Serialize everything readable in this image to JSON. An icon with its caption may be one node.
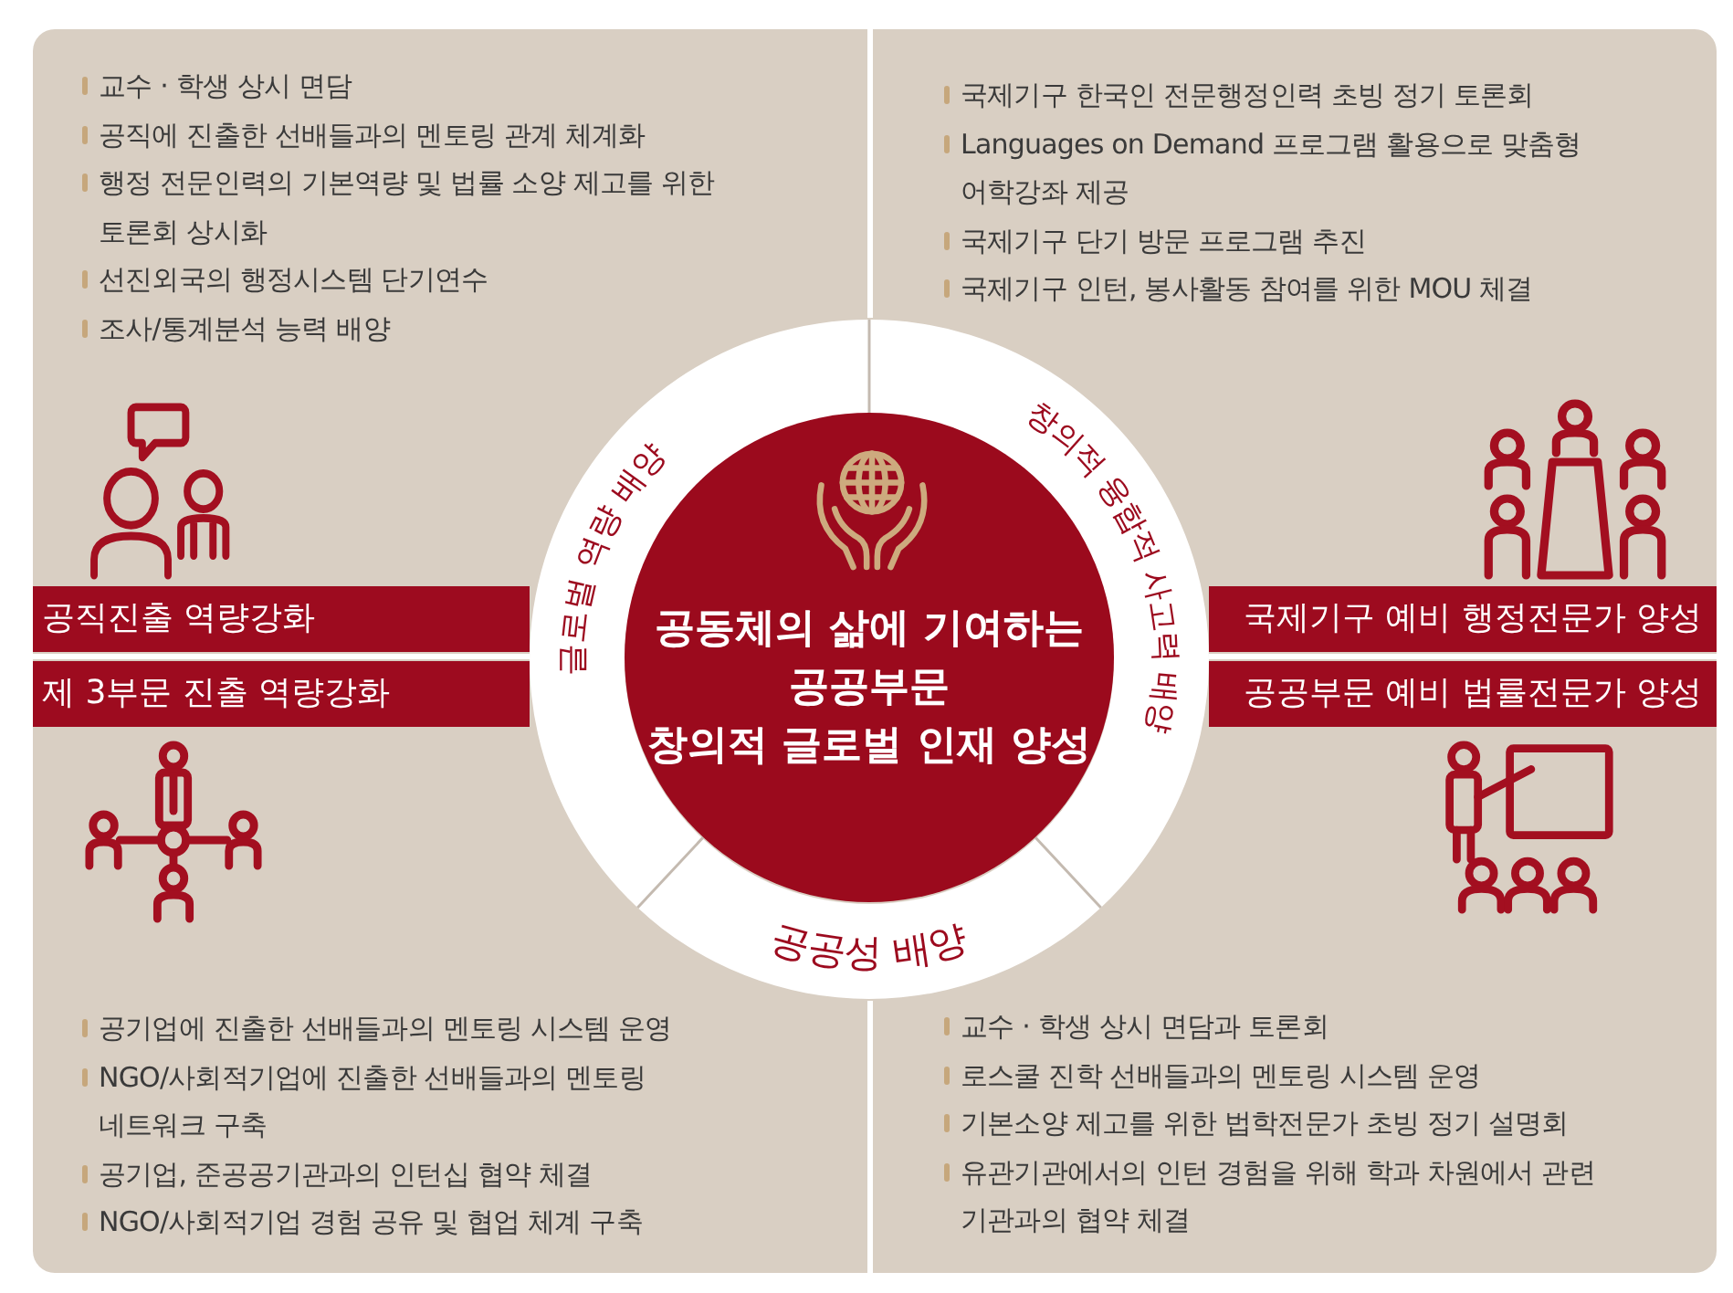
{
  "diagram": {
    "nodes": [
      {
        "text": [
          "교수 · 학생 상시 면담",
          "공직에 진출한 선배들과의 멘토링 관계 체계화",
          "행정 전문인력의 기본역량 및 법률 소양 제고를 위한 토론회 상시화",
          "선진외국의 행정시스템 단기연수",
          "조사/통계분석 능력 배양"
        ]
      },
      {
        "text": [
          "국제기구 한국인 전문행정인력 초빙 정기 토론회",
          "Languages on Demand 프로그램 활용으로 맞춤형 어학강좌 제공",
          "국제기구 단기 방문 프로그램 추진",
          "국제기구 인턴, 봉사활동 참여를 위한 MOU 체결"
        ]
      },
      {
        "text": [
          "공기업에 진출한 선배들과의 멘토링 시스템 운영",
          "NGO/사회적기업에 진출한 선배들과의 멘토링 네트워크 구축",
          "공기업, 준공공기관과의 인턴십 협약 체결",
          "NGO/사회적기업 경험 공유 및 협업 체계 구축"
        ]
      },
      {
        "text": [
          "교수 · 학생 상시 면담과 토론회",
          "로스쿨 진학 선배들과의 멘토링 시스템 운영",
          "기본소양 제고를 위한 법학전문가 초빙 정기 설명회",
          "유관기관에서의 인턴 경험을 위해 학과 차원에서 관련 기관과의 협약 체결"
        ]
      },
      {
        "text": [
          "공직진출 역량강화"
        ]
      },
      {
        "text": [
          "제 3부문 진출 역량강화"
        ]
      },
      {
        "text": [
          "국제기구 예비 행정전문가 양성"
        ]
      },
      {
        "text": [
          "공공부문 예비 법률전문가 양성"
        ]
      },
      {
        "text": [
          "글로벌 역량 배양"
        ]
      },
      {
        "text": [
          "창의적 융합적 사고력 배양"
        ]
      },
      {
        "text": [
          "공공성 배양"
        ]
      },
      {
        "text": [
          "공동체의 삶에 기여하는 공공부문 창의적 글로벌 인재 양성"
        ]
      }
    ]
  }
}
